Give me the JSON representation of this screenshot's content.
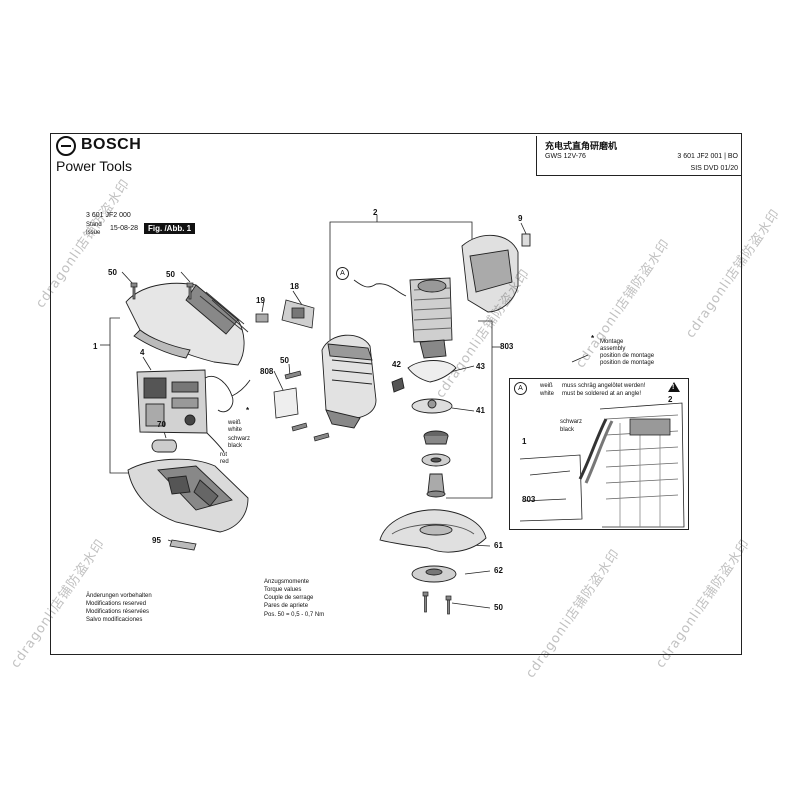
{
  "header": {
    "brand": "BOSCH",
    "division": "Power Tools",
    "title": "充电式直角研磨机",
    "model": "GWS 12V-76",
    "part_number": "3 601 JF2 001 | BO",
    "sis": "SIS DVD 01/20"
  },
  "info": {
    "code": "3 601 JF2 000",
    "stand_label": "Stand",
    "issue_label": "Issue",
    "date": "15-08-28",
    "fig_label": "Fig. /Abb. 1"
  },
  "callouts": {
    "c1": "1",
    "c2": "2",
    "c4": "4",
    "c9": "9",
    "c18": "18",
    "c19": "19",
    "c41": "41",
    "c42": "42",
    "c43": "43",
    "c50a": "50",
    "c50b": "50",
    "c50c": "50",
    "c50d": "50",
    "c61": "61",
    "c62": "62",
    "c70": "70",
    "c95": "95",
    "c803": "803",
    "c808": "808",
    "a_marker": "A",
    "a_marker2": "A",
    "inset_1": "1",
    "inset_2": "2",
    "inset_803": "803"
  },
  "wires": {
    "weiss": "weiß",
    "white": "white",
    "schwarz": "schwarz",
    "black": "black",
    "rot": "rot",
    "red": "red"
  },
  "montage": {
    "line1": "Montage",
    "line2": "assembly",
    "line3": "position de montage",
    "line4": "position de montage"
  },
  "inset": {
    "weiss": "weiß",
    "white": "white",
    "note_de": "muss schräg angelötet werden!",
    "note_en": "must be soldered at an angle!",
    "schwarz": "schwarz",
    "black": "black"
  },
  "notes": {
    "changes": [
      "Änderungen vorbehalten",
      "Modifications reserved",
      "Modifications réservées",
      "Salvo modificaciones"
    ],
    "torque": [
      "Anzugsmomente",
      "Torque values",
      "Couple de serrage",
      "Pares de apriete",
      "Pos. 50 = 0,5 - 0,7 Nm"
    ]
  },
  "watermark": "cdragonli店铺防盗水印"
}
